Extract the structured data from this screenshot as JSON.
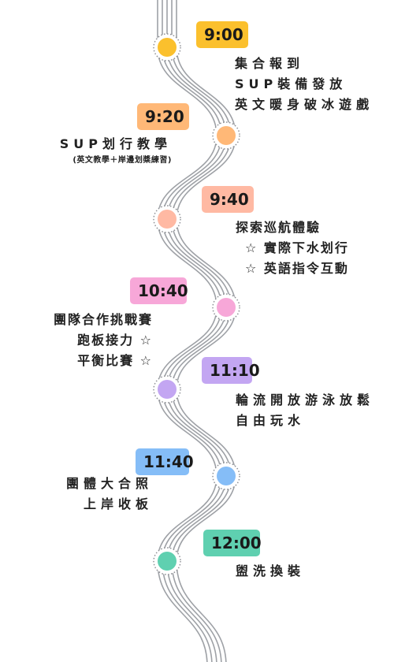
{
  "schedule": [
    {
      "time": "9:00",
      "color": "#fbc02d",
      "lines": [
        "集合報到",
        "SUP裝備發放",
        "英文暖身破冰遊戲"
      ]
    },
    {
      "time": "9:20",
      "color": "#ffb877",
      "lines": [
        "SUP划行教學",
        "(英文教學＋岸邊划槳練習)"
      ]
    },
    {
      "time": "9:40",
      "color": "#ffb9a3",
      "lines": [
        "探索巡航體驗",
        "☆ 實際下水划行",
        "☆ 英語指令互動"
      ]
    },
    {
      "time": "10:40",
      "color": "#f7a7d8",
      "lines": [
        "團隊合作挑戰賽",
        "跑板接力 ☆",
        "平衡比賽 ☆"
      ]
    },
    {
      "time": "11:10",
      "color": "#c3a6f2",
      "lines": [
        "輪流開放游泳放鬆",
        "自由玩水"
      ]
    },
    {
      "time": "11:40",
      "color": "#85bdf7",
      "lines": [
        "團體大合照",
        "上岸收板"
      ]
    },
    {
      "time": "12:00",
      "color": "#5fd0b0",
      "lines": [
        "盥洗換裝"
      ]
    }
  ],
  "road_color": "#9ea1a6"
}
